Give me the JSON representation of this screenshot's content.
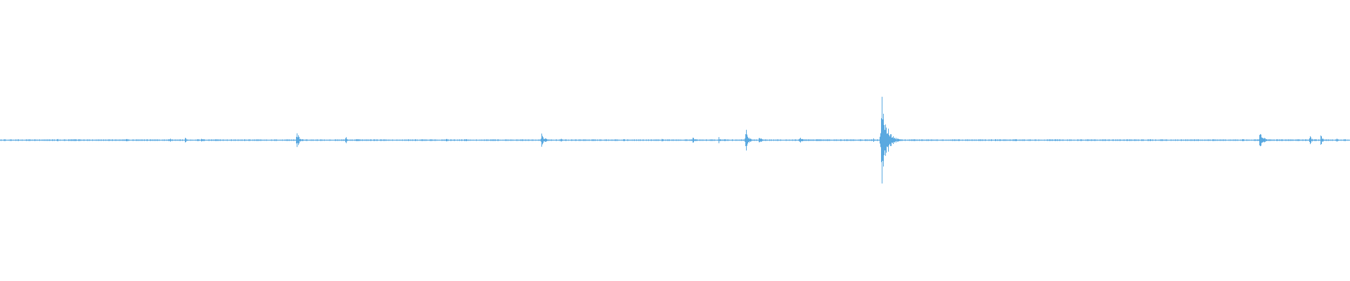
{
  "colors": {
    "background": "#ffffff",
    "waveform": "#5aa9e0"
  },
  "chart_data": {
    "type": "line",
    "title": "",
    "xlabel": "",
    "ylabel": "",
    "xlim": [
      0,
      1
    ],
    "ylim": [
      -1,
      1
    ],
    "grid": false,
    "legend": "none",
    "series": [
      {
        "color": "#5aa9e0",
        "baseline_noise": 0.005,
        "bursts": [
          {
            "x": 0.003,
            "amp": 0.012,
            "width": 0.004
          },
          {
            "x": 0.042,
            "amp": 0.012,
            "width": 0.006
          },
          {
            "x": 0.058,
            "amp": 0.014,
            "width": 0.006
          },
          {
            "x": 0.093,
            "amp": 0.018,
            "width": 0.004
          },
          {
            "x": 0.126,
            "amp": 0.012,
            "width": 0.003
          },
          {
            "x": 0.137,
            "amp": 0.028,
            "width": 0.003
          },
          {
            "x": 0.149,
            "amp": 0.012,
            "width": 0.004
          },
          {
            "x": 0.2195,
            "amp": 0.08,
            "width": 0.006
          },
          {
            "x": 0.2555,
            "amp": 0.045,
            "width": 0.004
          },
          {
            "x": 0.264,
            "amp": 0.012,
            "width": 0.005
          },
          {
            "x": 0.305,
            "amp": 0.012,
            "width": 0.004
          },
          {
            "x": 0.33,
            "amp": 0.014,
            "width": 0.005
          },
          {
            "x": 0.345,
            "amp": 0.014,
            "width": 0.004
          },
          {
            "x": 0.387,
            "amp": 0.012,
            "width": 0.003
          },
          {
            "x": 0.401,
            "amp": 0.05,
            "width": 0.007
          },
          {
            "x": 0.415,
            "amp": 0.014,
            "width": 0.005
          },
          {
            "x": 0.462,
            "amp": 0.012,
            "width": 0.004
          },
          {
            "x": 0.49,
            "amp": 0.014,
            "width": 0.005
          },
          {
            "x": 0.513,
            "amp": 0.025,
            "width": 0.006
          },
          {
            "x": 0.532,
            "amp": 0.035,
            "width": 0.003
          },
          {
            "x": 0.552,
            "amp": 0.11,
            "width": 0.006
          },
          {
            "x": 0.562,
            "amp": 0.03,
            "width": 0.006
          },
          {
            "x": 0.592,
            "amp": 0.035,
            "width": 0.006
          },
          {
            "x": 0.605,
            "amp": 0.014,
            "width": 0.004
          },
          {
            "x": 0.6465,
            "amp": 0.02,
            "width": 0.003
          },
          {
            "x": 0.653,
            "amp": 0.32,
            "width": 0.012
          },
          {
            "x": 0.716,
            "amp": 0.012,
            "width": 0.004
          },
          {
            "x": 0.737,
            "amp": 0.014,
            "width": 0.004
          },
          {
            "x": 0.752,
            "amp": 0.012,
            "width": 0.004
          },
          {
            "x": 0.8,
            "amp": 0.012,
            "width": 0.004
          },
          {
            "x": 0.86,
            "amp": 0.012,
            "width": 0.004
          },
          {
            "x": 0.92,
            "amp": 0.014,
            "width": 0.004
          },
          {
            "x": 0.933,
            "amp": 0.07,
            "width": 0.008
          },
          {
            "x": 0.97,
            "amp": 0.035,
            "width": 0.006
          },
          {
            "x": 0.978,
            "amp": 0.05,
            "width": 0.004
          },
          {
            "x": 0.99,
            "amp": 0.015,
            "width": 0.004
          }
        ]
      }
    ]
  }
}
